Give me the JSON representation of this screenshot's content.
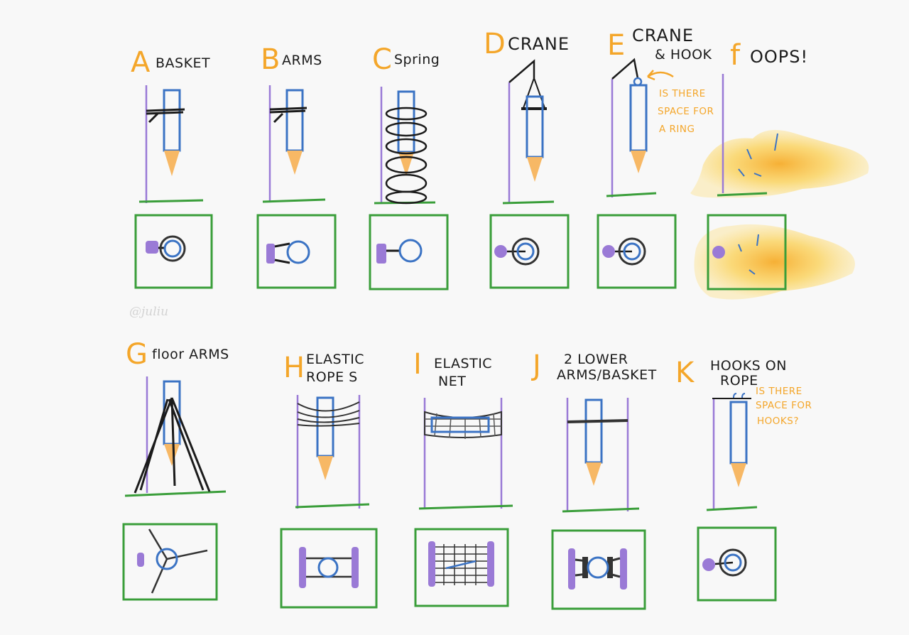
{
  "watermark": "@juliu",
  "concepts": [
    {
      "letter": "A",
      "title_lines": [
        "BASKET"
      ]
    },
    {
      "letter": "B",
      "title_lines": [
        "ARMS"
      ]
    },
    {
      "letter": "C",
      "title_lines": [
        "Spring"
      ]
    },
    {
      "letter": "D",
      "title_lines": [
        "CRANE"
      ]
    },
    {
      "letter": "E",
      "title_lines": [
        "CRANE",
        "& HOOK"
      ],
      "note_lines": [
        "IS THERE",
        "SPACE FOR",
        "A RING"
      ]
    },
    {
      "letter": "f",
      "title_lines": [
        "OOPS!"
      ]
    },
    {
      "letter": "G",
      "title_lines": [
        "floor ARMS"
      ]
    },
    {
      "letter": "H",
      "title_lines": [
        "ELASTIC",
        "ROPE S"
      ]
    },
    {
      "letter": "I",
      "title_lines": [
        "ELASTIC",
        "NET"
      ]
    },
    {
      "letter": "J",
      "title_lines": [
        "2 LOWER",
        "ARMS/BASKET"
      ]
    },
    {
      "letter": "K",
      "title_lines": [
        "HOOKS ON",
        "ROPE"
      ],
      "note_lines": [
        "IS THERE",
        "SPACE FOR",
        "HOOKS?"
      ]
    }
  ],
  "colors": {
    "accent_orange": "#f4a62a",
    "pencil_blue": "#3b73c4",
    "pole_purple": "#9a7ad6",
    "base_green": "#3a9e3a",
    "ink_black": "#1b1b1b",
    "splash_yellow": "#fde59a"
  }
}
